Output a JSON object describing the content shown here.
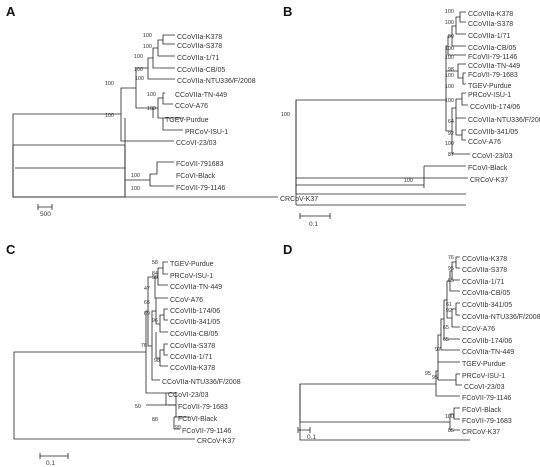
{
  "panels": [
    {
      "id": "A",
      "scale_label": "500",
      "bootstrap_values": [
        "100",
        "100",
        "100",
        "100",
        "100",
        "100",
        "100",
        "100",
        "100",
        "100",
        "100"
      ],
      "taxa": [
        "CCoVIIa-K378",
        "CCoVIIa-S378",
        "CCoVIIa-1/71",
        "CCoVIIa-CB/05",
        "CCoVIIa-NTU336/F/2008",
        "CCoVIIa-TN-449",
        "CCoV-A76",
        "TGEV-Purdue",
        "PRCoV-ISU-1",
        "CCoVI-23/03",
        "FCoVII-791683",
        "FCoVI-Black",
        "FCoVII-79-1146",
        "CRCoV-K37"
      ]
    },
    {
      "id": "B",
      "scale_label": "0.1",
      "bootstrap_values": [
        "100",
        "100",
        "89",
        "100",
        "100",
        "98",
        "100",
        "100",
        "100",
        "64",
        "92",
        "100",
        "87",
        "100",
        "100"
      ],
      "taxa": [
        "CCoVIIa-K378",
        "CCoVIIa-S378",
        "CCoVIIa-1/71",
        "CCoVIIa-CB/05",
        "FCoVII-79-1146",
        "CCoVIIa-TN-449",
        "FCoVII-79-1683",
        "TGEV-Purdue",
        "PRCoV-ISU-1",
        "CCoVIIb-174/06",
        "CCoVIIa-NTU336/F/2008",
        "CCoVIIb-341/05",
        "CCoV-A76",
        "CCoVI-23/03",
        "FCoVI-Black",
        "CRCoV-K37"
      ]
    },
    {
      "id": "C",
      "scale_label": "0.1",
      "bootstrap_values": [
        "58",
        "84",
        "99",
        "47",
        "65",
        "69",
        "96",
        "76",
        "98",
        "50",
        "88",
        "99"
      ],
      "taxa": [
        "TGEV-Purdue",
        "PRCoV-ISU-1",
        "CCoVIIa-TN-449",
        "CCoV-A76",
        "CCoVIIb-174/06",
        "CCoVIIb-341/05",
        "CCoVIIa-CB/05",
        "CCoVIIa-S378",
        "CCoVIIa-1/71",
        "CCoVIIa-K378",
        "CCoVIIa-NTU336/F/2008",
        "CCoVI-23/03",
        "FCoVII-79-1683",
        "FCoVI-Black",
        "FCoVII-79-1146",
        "CRCoV-K37"
      ]
    },
    {
      "id": "D",
      "scale_label": "0.1",
      "bootstrap_values": [
        "76",
        "95",
        "65",
        "61",
        "92",
        "65",
        "65",
        "97",
        "95",
        "95",
        "100",
        "85"
      ],
      "taxa": [
        "CCoVIIa-K378",
        "CCoVIIa-S378",
        "CCoVIIa-1/71",
        "CCoVIIa-CB/05",
        "CCoVIIb-341/05",
        "CCoVIIa-NTU336/F/2008",
        "CCoV-A76",
        "CCoVIIb-174/06",
        "CCoVIIa-TN-449",
        "TGEV-Purdue",
        "PRCoV-ISU-1",
        "CCoVI-23/03",
        "FCoVII-79-1146",
        "FCoVI-Black",
        "FCoVII-79-1683",
        "CRCoV-K37"
      ]
    }
  ]
}
